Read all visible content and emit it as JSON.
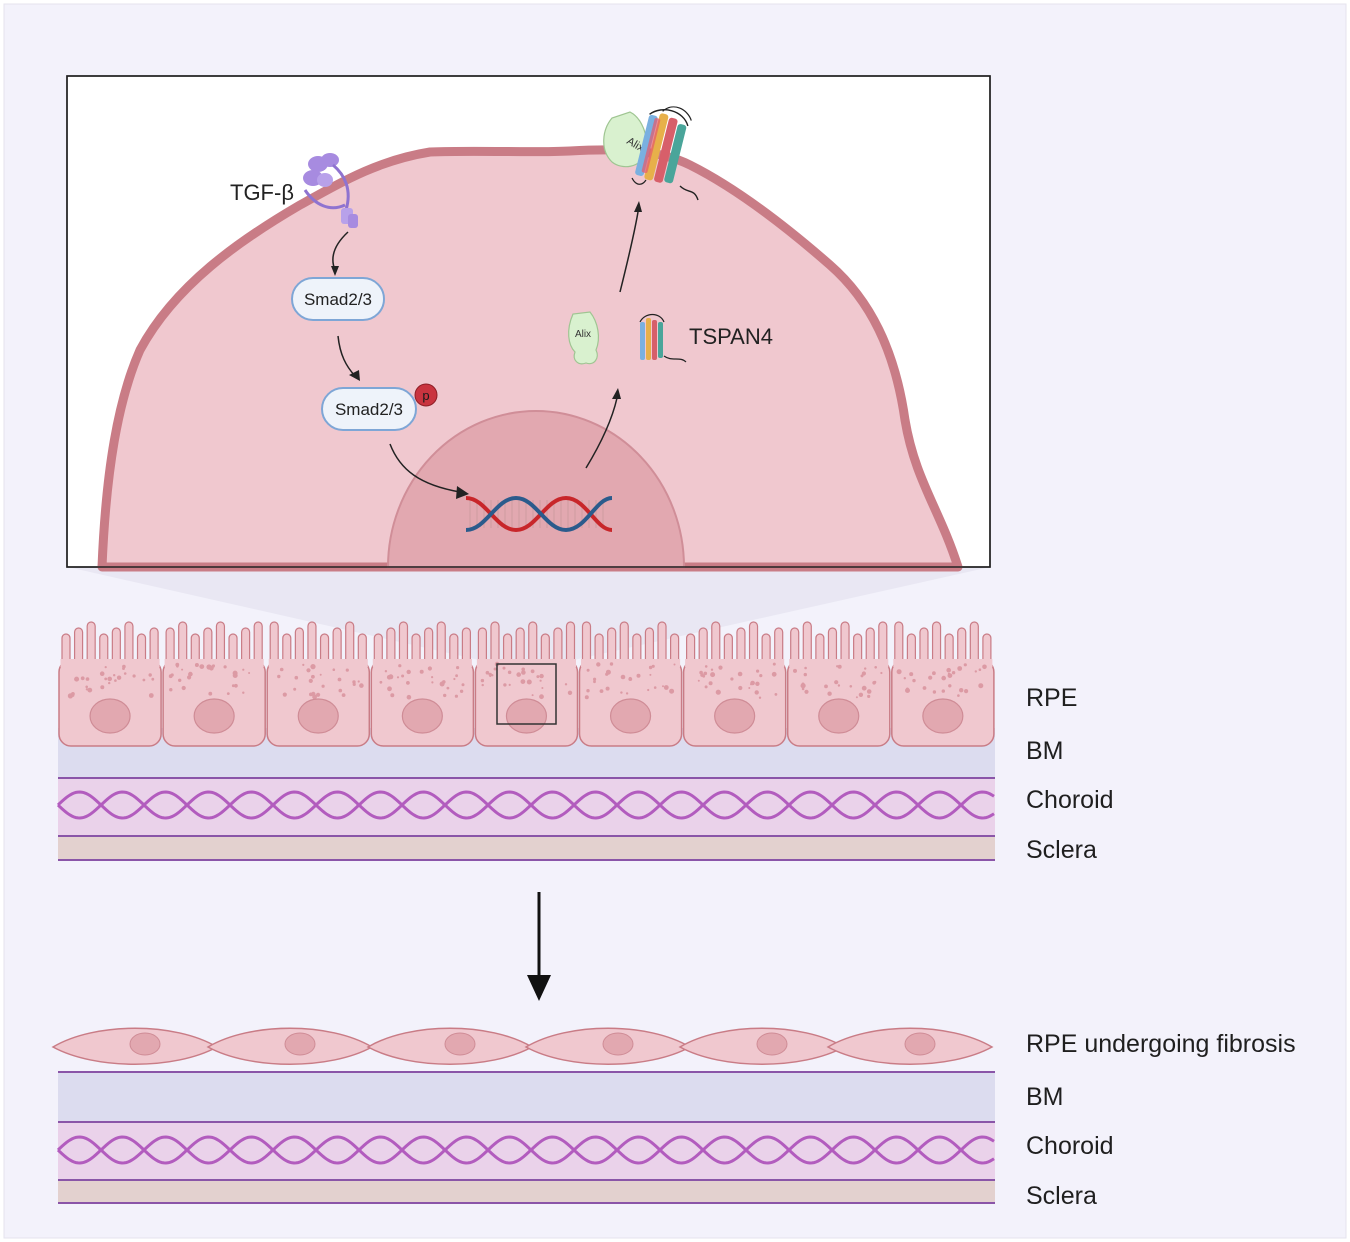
{
  "colors": {
    "background": "#f3f2fb",
    "cell_fill": "#f0c8cf",
    "cell_membrane": "#c97c86",
    "nucleus": "#e2a8b0",
    "bm": "#dcdcef",
    "choroid": "#ead2ea",
    "choroid_wave": "#b25cbe",
    "sclera": "#e3d1cf",
    "layer_line": "#8a55a8",
    "dna_red": "#c8262a",
    "dna_blue": "#2b5b8c",
    "phospho": "#c9343f",
    "tgf": "#a78be0",
    "alix": "#d9f1cf"
  },
  "icons": [
    "tgf-beta-receptor-icon",
    "dna-icon",
    "alix-icon",
    "tspan4-icon",
    "phosphate-icon",
    "arrow-icon"
  ],
  "inset": {
    "tgf_label": "TGF-β",
    "smad_label": "Smad2/3",
    "smad_p_label": "Smad2/3",
    "phospho_label": "p",
    "alix_label": "Alix",
    "alix_membrane_label": "Alix",
    "tspan_label": "TSPAN4"
  },
  "healthy_layers": {
    "rpe": "RPE",
    "bm": "BM",
    "choroid": "Choroid",
    "sclera": "Sclera"
  },
  "fibrosis_layers": {
    "rpe": "RPE undergoing fibrosis",
    "bm": "BM",
    "choroid": "Choroid",
    "sclera": "Sclera"
  }
}
